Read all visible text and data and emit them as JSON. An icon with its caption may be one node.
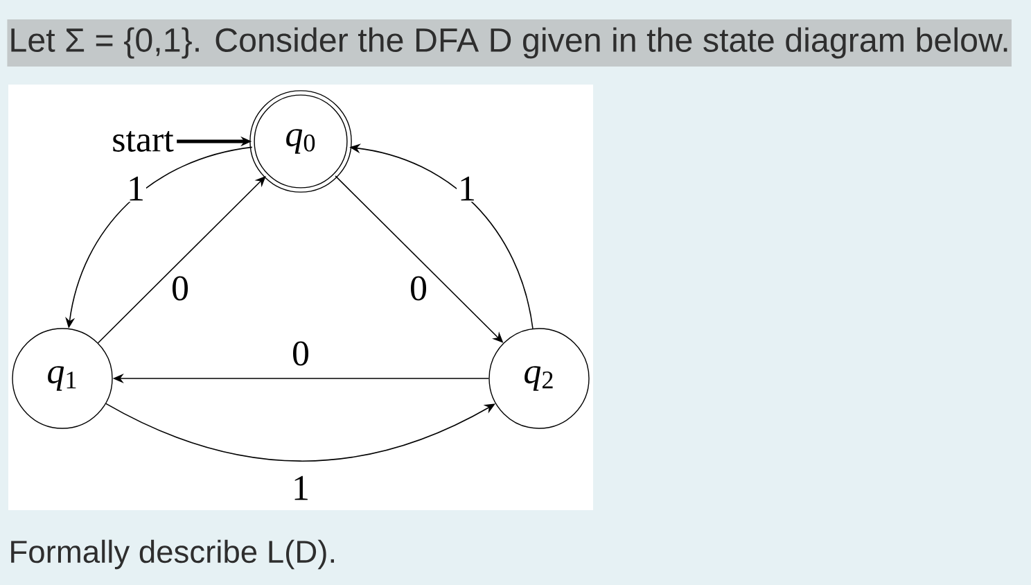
{
  "diagram": {
    "title": "Let Σ = {0,1}. Consider the DFA D given in the state diagram below.",
    "caption": "Formally describe L(D).",
    "nodes": [
      {
        "text": [
          "start"
        ]
      },
      {
        "text": [
          "*q*$_{0}$"
        ]
      },
      {
        "text": [
          "*q*$_{1}$"
        ]
      },
      {
        "text": [
          "*q*$_{2}$"
        ]
      }
    ],
    "edges": [
      {
        "from": 0,
        "to": 1,
        "arrow": "to",
        "style": "thick"
      },
      {
        "from": 1,
        "to": 2,
        "arrow": "to",
        "label": "1"
      },
      {
        "from": 2,
        "to": 1,
        "arrow": "to",
        "label": "0"
      },
      {
        "from": 1,
        "to": 3,
        "arrow": "to",
        "label": "0"
      },
      {
        "from": 3,
        "to": 1,
        "arrow": "to",
        "label": "1"
      },
      {
        "from": 3,
        "to": 2,
        "arrow": "to",
        "label": "0"
      },
      {
        "from": 2,
        "to": 3,
        "arrow": "to",
        "label": "1"
      }
    ]
  }
}
